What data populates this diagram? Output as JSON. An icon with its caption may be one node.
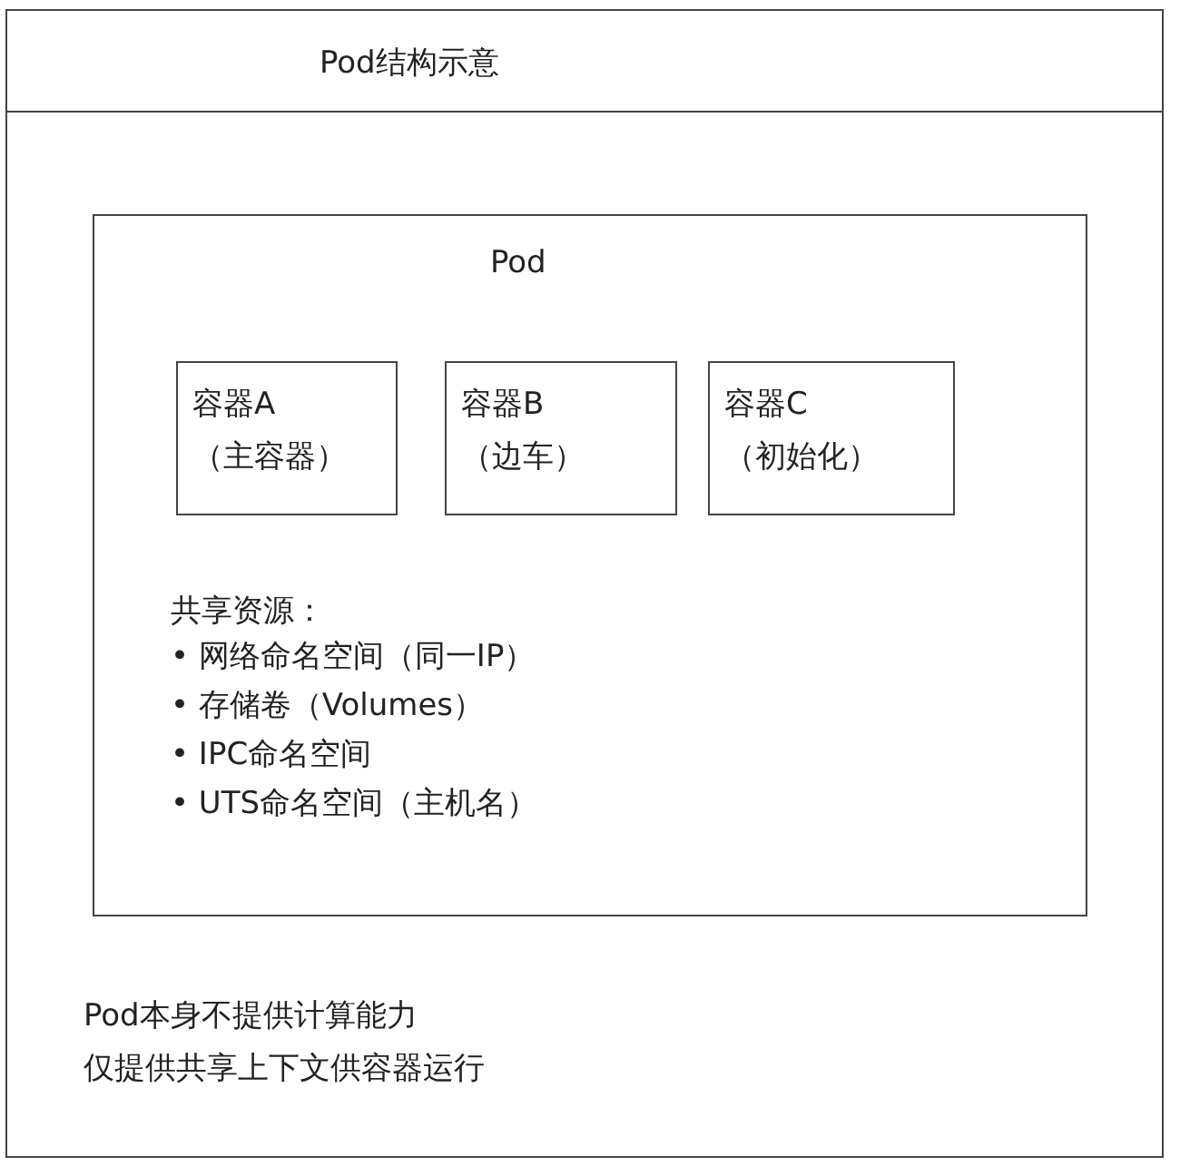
{
  "diagram": {
    "nodes": [
      {
        "text": [
          "Pod结构示意",
          "Pod本身不提供计算能力",
          "仅提供共享上下文供容器运行"
        ]
      },
      {
        "text": [
          "Pod",
          "共享资源：",
          "• 网络命名空间（同一IP）",
          "• 存储卷（Volumes）",
          "• IPC命名空间",
          "• UTS命名空间（主机名）"
        ],
        "in": 0
      },
      {
        "text": [
          "容器A",
          "（主容器）"
        ],
        "in": 1
      },
      {
        "text": [
          "容器B",
          "（边车）"
        ],
        "in": 1
      },
      {
        "text": [
          "容器C",
          "（初始化）"
        ],
        "in": 1
      }
    ]
  }
}
